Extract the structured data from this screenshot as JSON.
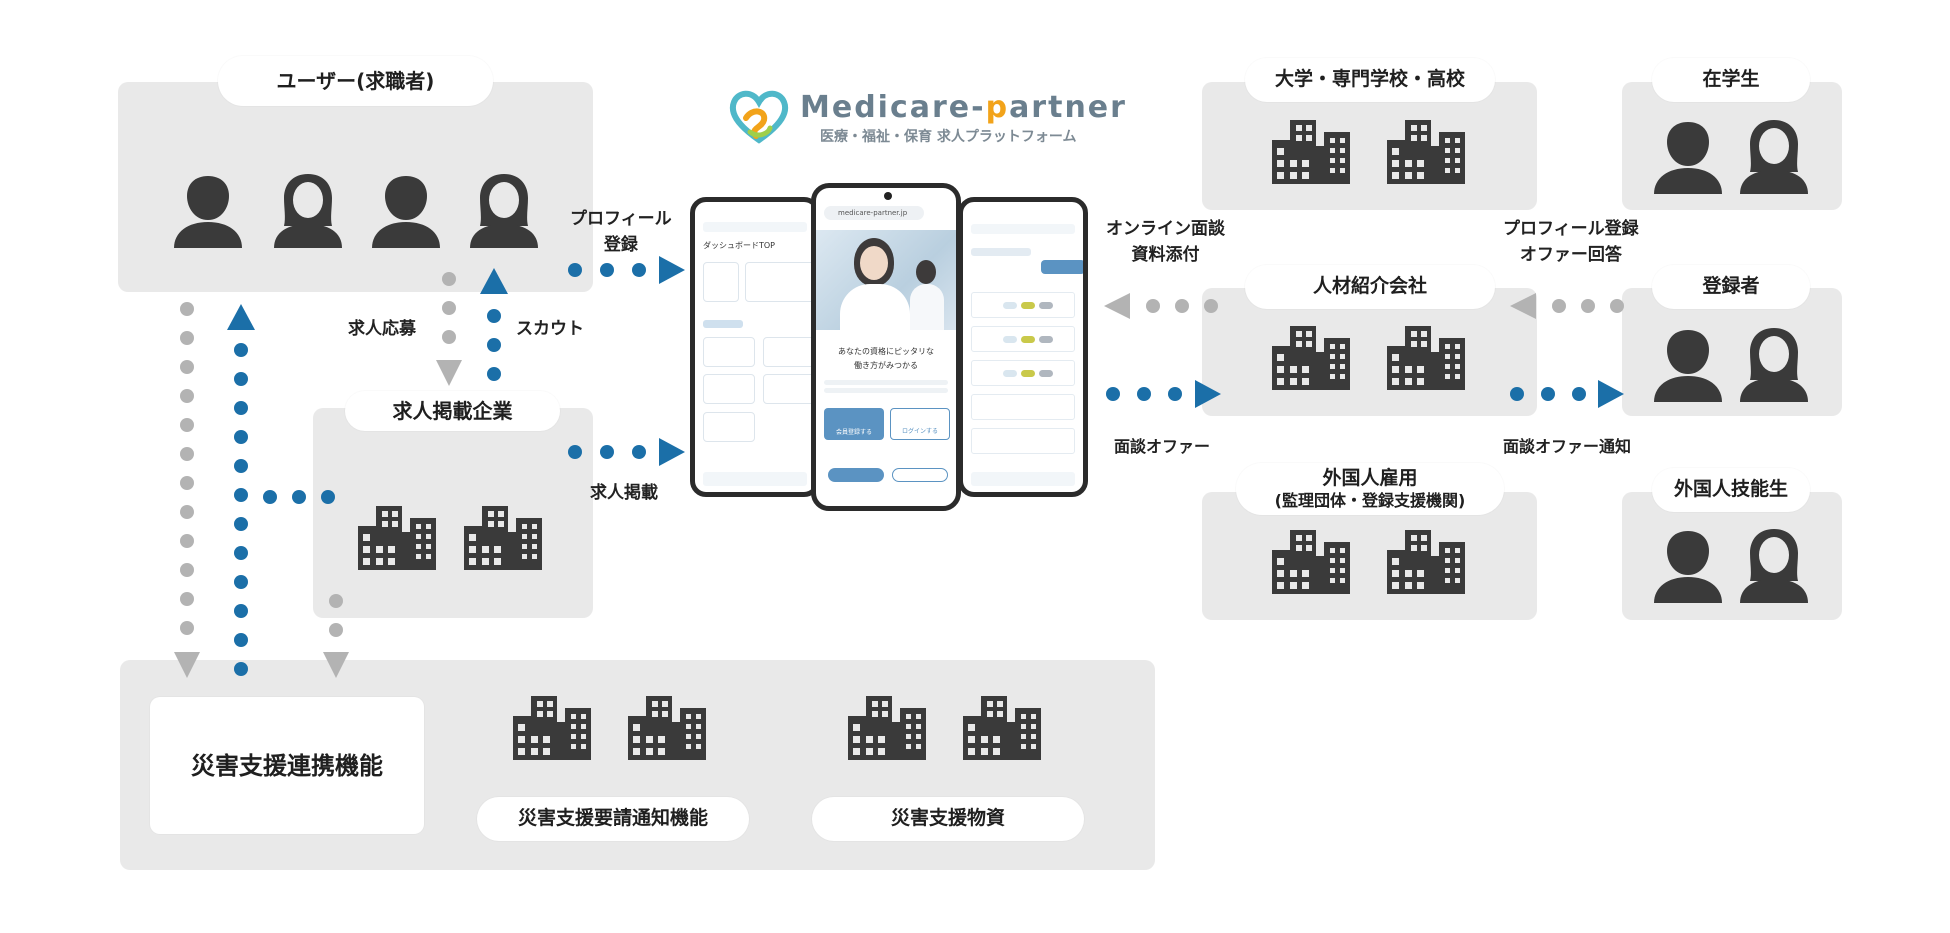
{
  "logo": {
    "name_main": "Medicare-",
    "name_accent": "p",
    "name_rest": "artner",
    "subtitle": "医療・福祉・保育 求人プラットフォーム"
  },
  "panels": {
    "users": "ユーザー(求職者)",
    "company": "求人掲載企業",
    "schools": "大学・専門学校・高校",
    "students": "在学生",
    "agency": "人材紹介会社",
    "registrants": "登録者",
    "foreign_employment_title": "外国人雇用",
    "foreign_employment_sub": "(監理団体・登録支援機関)",
    "foreign_trainees": "外国人技能生"
  },
  "disaster": {
    "main": "災害支援連携機能",
    "notify": "災害支援要請通知機能",
    "supplies": "災害支援物資"
  },
  "flows": {
    "apply": "求人応募",
    "scout": "スカウト",
    "profile_line1": "プロフィール",
    "profile_line2": "登録",
    "posting": "求人掲載",
    "online_line1": "オンライン面談",
    "online_line2": "資料添付",
    "interview_offer": "面談オファー",
    "reg_line1": "プロフィール登録",
    "reg_line2": "オファー回答",
    "offer_notice": "面談オファー通知"
  },
  "phone_center": {
    "url": "medicare-partner.jp",
    "headline_1": "あなたの資格にピッタリな",
    "headline_2": "働き方がみつかる",
    "btn_register": "会員登録する",
    "btn_login": "ログインする"
  },
  "phone_left": {
    "dashboard": "ダッシュボードTOP"
  },
  "colors": {
    "blue": "#1b6fa8",
    "gray": "#b3b3b3",
    "panel": "#e9e9e9",
    "icon": "#3a3a3a",
    "logo_teal": "#4fb8c9",
    "logo_orange": "#f2a31a"
  }
}
